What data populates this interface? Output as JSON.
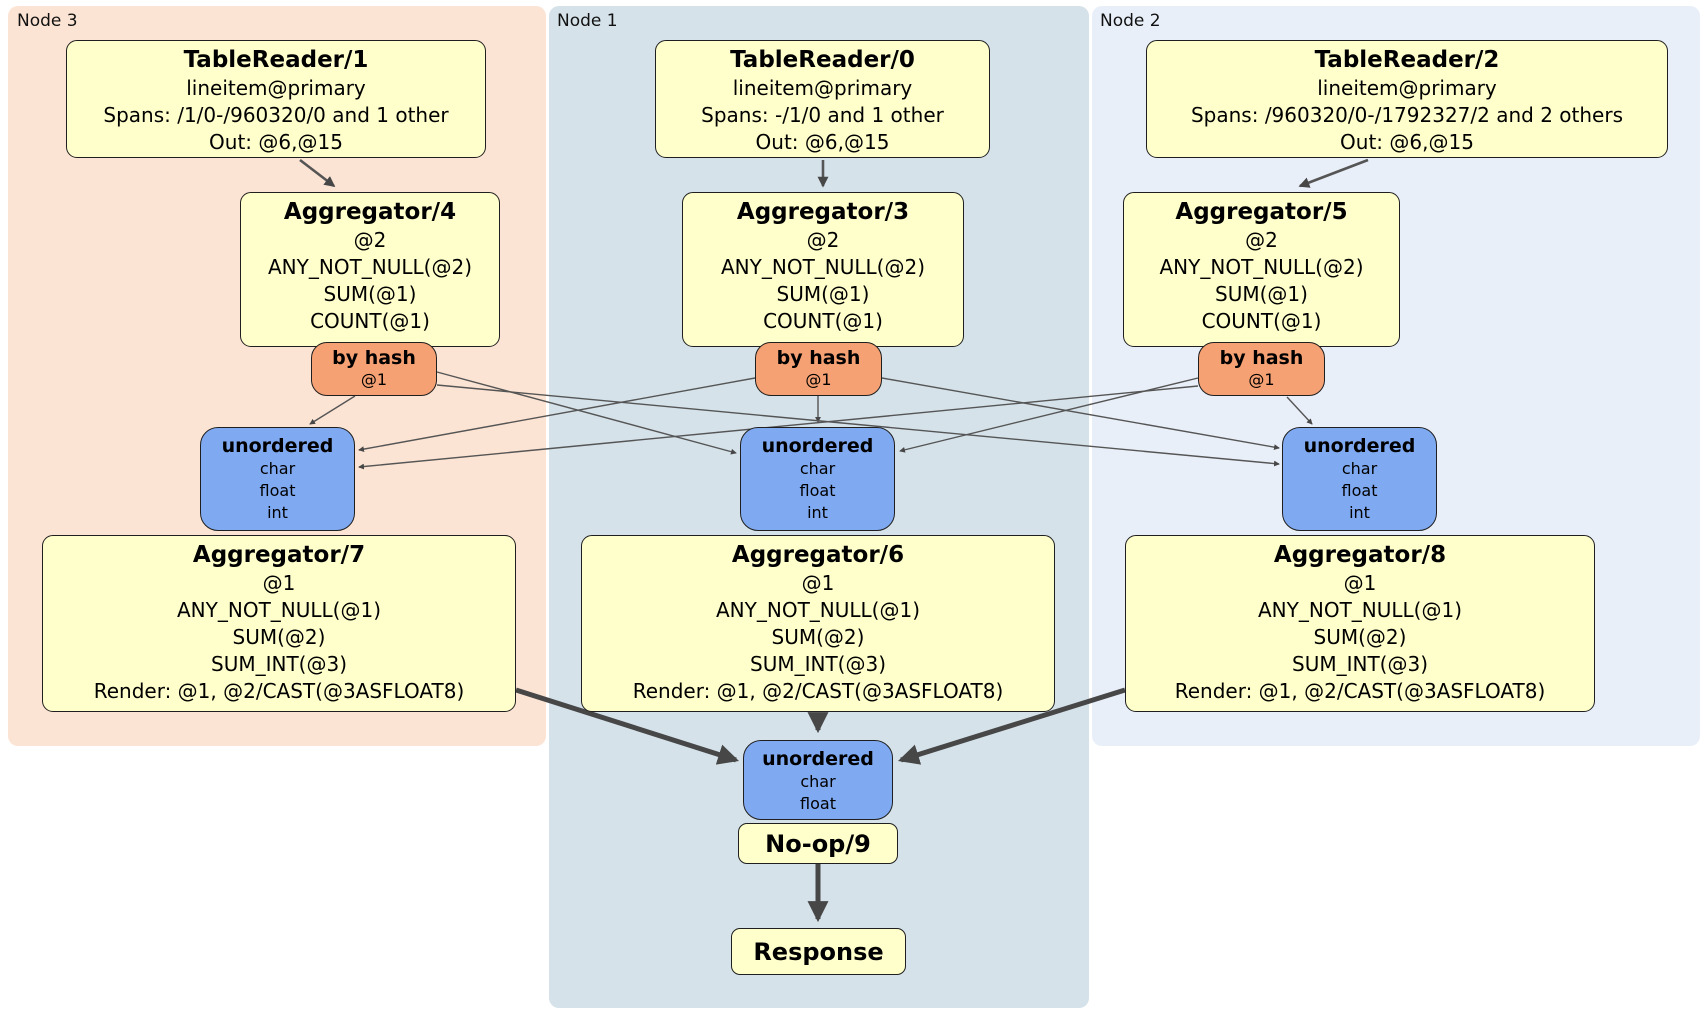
{
  "diagram": {
    "regions": [
      {
        "id": "node3",
        "label": "Node 3"
      },
      {
        "id": "node1",
        "label": "Node 1"
      },
      {
        "id": "node2",
        "label": "Node 2"
      }
    ],
    "processors": {
      "tablereader1": {
        "title": "TableReader/1",
        "lines": [
          "lineitem@primary",
          "Spans: /1/0-/960320/0 and 1 other",
          "Out: @6,@15"
        ]
      },
      "tablereader0": {
        "title": "TableReader/0",
        "lines": [
          "lineitem@primary",
          "Spans: -/1/0 and 1 other",
          "Out: @6,@15"
        ]
      },
      "tablereader2": {
        "title": "TableReader/2",
        "lines": [
          "lineitem@primary",
          "Spans: /960320/0-/1792327/2 and 2 others",
          "Out: @6,@15"
        ]
      },
      "aggregator4": {
        "title": "Aggregator/4",
        "lines": [
          "@2",
          "ANY_NOT_NULL(@2)",
          "SUM(@1)",
          "COUNT(@1)"
        ]
      },
      "aggregator3": {
        "title": "Aggregator/3",
        "lines": [
          "@2",
          "ANY_NOT_NULL(@2)",
          "SUM(@1)",
          "COUNT(@1)"
        ]
      },
      "aggregator5": {
        "title": "Aggregator/5",
        "lines": [
          "@2",
          "ANY_NOT_NULL(@2)",
          "SUM(@1)",
          "COUNT(@1)"
        ]
      },
      "aggregator7": {
        "title": "Aggregator/7",
        "lines": [
          "@1",
          "ANY_NOT_NULL(@1)",
          "SUM(@2)",
          "SUM_INT(@3)",
          "Render: @1, @2/CAST(@3ASFLOAT8)"
        ]
      },
      "aggregator6": {
        "title": "Aggregator/6",
        "lines": [
          "@1",
          "ANY_NOT_NULL(@1)",
          "SUM(@2)",
          "SUM_INT(@3)",
          "Render: @1, @2/CAST(@3ASFLOAT8)"
        ]
      },
      "aggregator8": {
        "title": "Aggregator/8",
        "lines": [
          "@1",
          "ANY_NOT_NULL(@1)",
          "SUM(@2)",
          "SUM_INT(@3)",
          "Render: @1, @2/CAST(@3ASFLOAT8)"
        ]
      },
      "noop": {
        "title": "No-op/9"
      },
      "response": {
        "title": "Response"
      }
    },
    "routers": {
      "hash3": {
        "title": "by hash",
        "lines": [
          "@1"
        ]
      },
      "hash1": {
        "title": "by hash",
        "lines": [
          "@1"
        ]
      },
      "hash2": {
        "title": "by hash",
        "lines": [
          "@1"
        ]
      }
    },
    "syncs": {
      "unordered3": {
        "title": "unordered",
        "lines": [
          "char",
          "float",
          "int"
        ]
      },
      "unordered1": {
        "title": "unordered",
        "lines": [
          "char",
          "float",
          "int"
        ]
      },
      "unordered2": {
        "title": "unordered",
        "lines": [
          "char",
          "float",
          "int"
        ]
      },
      "unordered_final": {
        "title": "unordered",
        "lines": [
          "char",
          "float"
        ]
      }
    },
    "colors": {
      "node3_bg": "#fce4d4",
      "node1_bg": "#d5e2ea",
      "node2_bg": "#e9eff9",
      "processor_fill": "#ffffcc",
      "router_fill": "#f5a173",
      "sync_fill": "#7fa9f0",
      "border": "#1f1f1f",
      "edge_thin": "#555555",
      "edge_thick": "#474747"
    }
  }
}
